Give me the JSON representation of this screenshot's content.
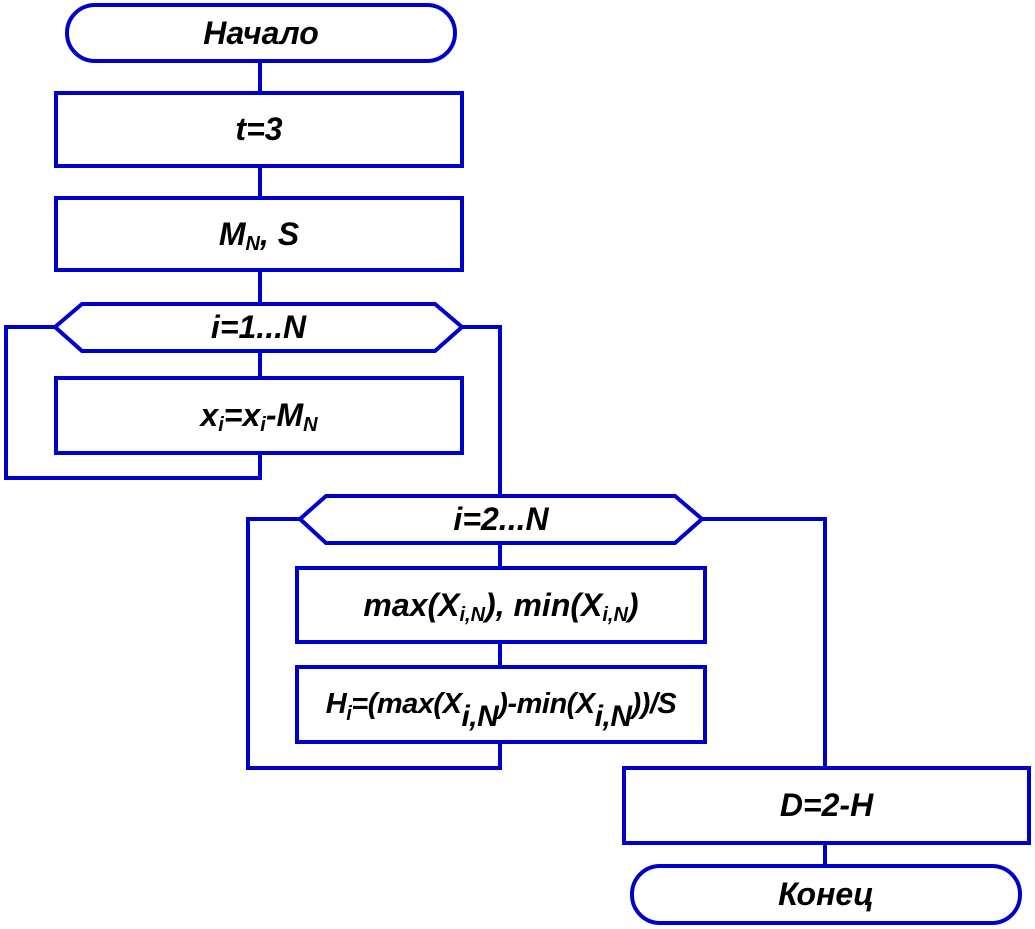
{
  "style": {
    "stroke_color": "#0000cc",
    "fill_color": "#ffffff",
    "text_color": "#000000"
  },
  "nodes": {
    "start": {
      "text": "Начало"
    },
    "assign_t": {
      "text": "t=3"
    },
    "input_m_s": {
      "m": "M",
      "m_sub": "N",
      "rest": ", S"
    },
    "loop1": {
      "text": "i=1...N"
    },
    "subtract": {
      "x1": "x",
      "x1_sub": "i",
      "eq": "=x",
      "x2_sub": "i",
      "minus": "-M",
      "m_sub": "N"
    },
    "loop2": {
      "text": "i=2...N"
    },
    "maxmin": {
      "t1": "max(X",
      "s1": "i,N",
      "t2": "), min(X",
      "s2": "i,N",
      "t3": ")"
    },
    "compute_h": {
      "h": "H",
      "h_sub": "i",
      "t1": "=(max(X",
      "s1": "i,N",
      "t2": ")-min(X",
      "s2": "i,N",
      "t3": "))/S"
    },
    "compute_d": {
      "text": "D=2-H"
    },
    "end": {
      "text": "Конец"
    }
  }
}
